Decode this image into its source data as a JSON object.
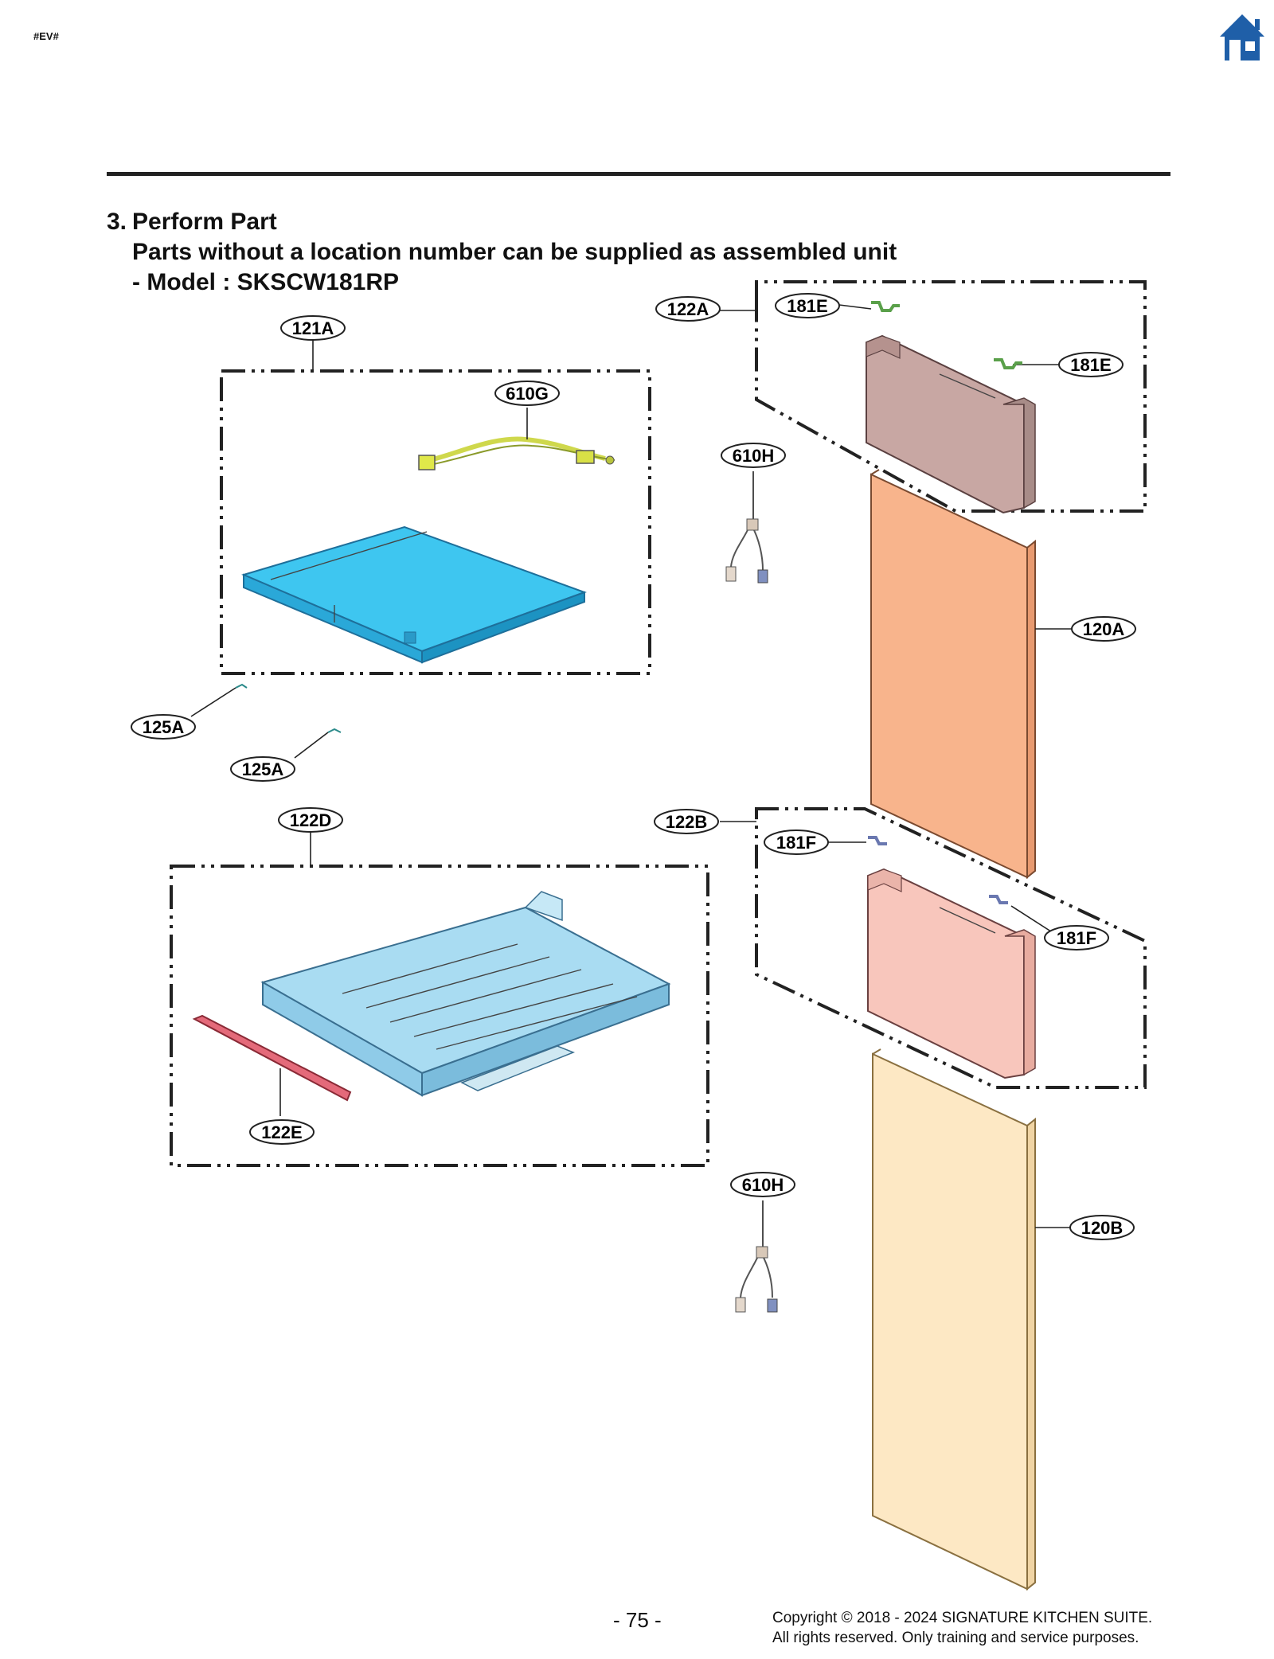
{
  "document": {
    "tag": "#EV#",
    "section_number": "3.",
    "section_title": "Perform Part",
    "subtitle": "Parts without a location number can be supplied as assembled unit",
    "model_line": "- Model : SKSCW181RP",
    "page_number": "- 75 -",
    "copyright_line1": "Copyright © 2018 - 2024 SIGNATURE KITCHEN SUITE.",
    "copyright_line2": "All rights reserved. Only training and service purposes."
  },
  "icons": {
    "home": "home-icon"
  },
  "colors": {
    "home_icon": "#1f5fa8",
    "shelf_cyan": "#3ec6f0",
    "drawer_blue": "#a9dcf2",
    "gasket_red": "#e46a7a",
    "panel_orange": "#f8b48c",
    "panel_cream": "#fde8c4",
    "module_mauve": "#c8a7a3",
    "module_pink": "#f8c6bc",
    "harness_green": "#cfd84c"
  },
  "callouts": {
    "c121A": "121A",
    "c610G": "610G",
    "c125A_1": "125A",
    "c125A_2": "125A",
    "c122D": "122D",
    "c122E": "122E",
    "c122A": "122A",
    "c181E_1": "181E",
    "c181E_2": "181E",
    "c610H_1": "610H",
    "c120A": "120A",
    "c122B": "122B",
    "c181F_1": "181F",
    "c181F_2": "181F",
    "c610H_2": "610H",
    "c120B": "120B"
  }
}
